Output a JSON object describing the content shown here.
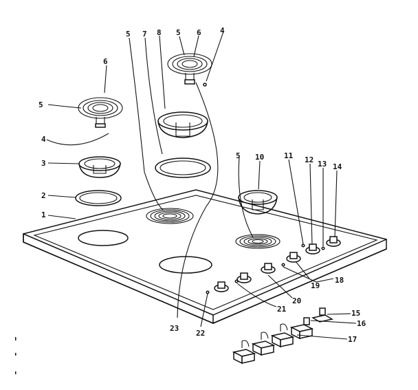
{
  "diagram": {
    "callouts": [
      {
        "id": "c1",
        "label": "1"
      },
      {
        "id": "c2",
        "label": "2"
      },
      {
        "id": "c3",
        "label": "3"
      },
      {
        "id": "c4a",
        "label": "4"
      },
      {
        "id": "c4b",
        "label": "4"
      },
      {
        "id": "c5a",
        "label": "5"
      },
      {
        "id": "c5b",
        "label": "5"
      },
      {
        "id": "c5c",
        "label": "5"
      },
      {
        "id": "c5d",
        "label": "5"
      },
      {
        "id": "c6a",
        "label": "6"
      },
      {
        "id": "c6b",
        "label": "6"
      },
      {
        "id": "c7",
        "label": "7"
      },
      {
        "id": "c8",
        "label": "8"
      },
      {
        "id": "c10",
        "label": "10"
      },
      {
        "id": "c11",
        "label": "11"
      },
      {
        "id": "c12",
        "label": "12"
      },
      {
        "id": "c13",
        "label": "13"
      },
      {
        "id": "c14",
        "label": "14"
      },
      {
        "id": "c15",
        "label": "15"
      },
      {
        "id": "c16",
        "label": "16"
      },
      {
        "id": "c17",
        "label": "17"
      },
      {
        "id": "c18",
        "label": "18"
      },
      {
        "id": "c19",
        "label": "19"
      },
      {
        "id": "c20",
        "label": "20"
      },
      {
        "id": "c21",
        "label": "21"
      },
      {
        "id": "c22",
        "label": "22"
      },
      {
        "id": "c23",
        "label": "23"
      }
    ]
  }
}
